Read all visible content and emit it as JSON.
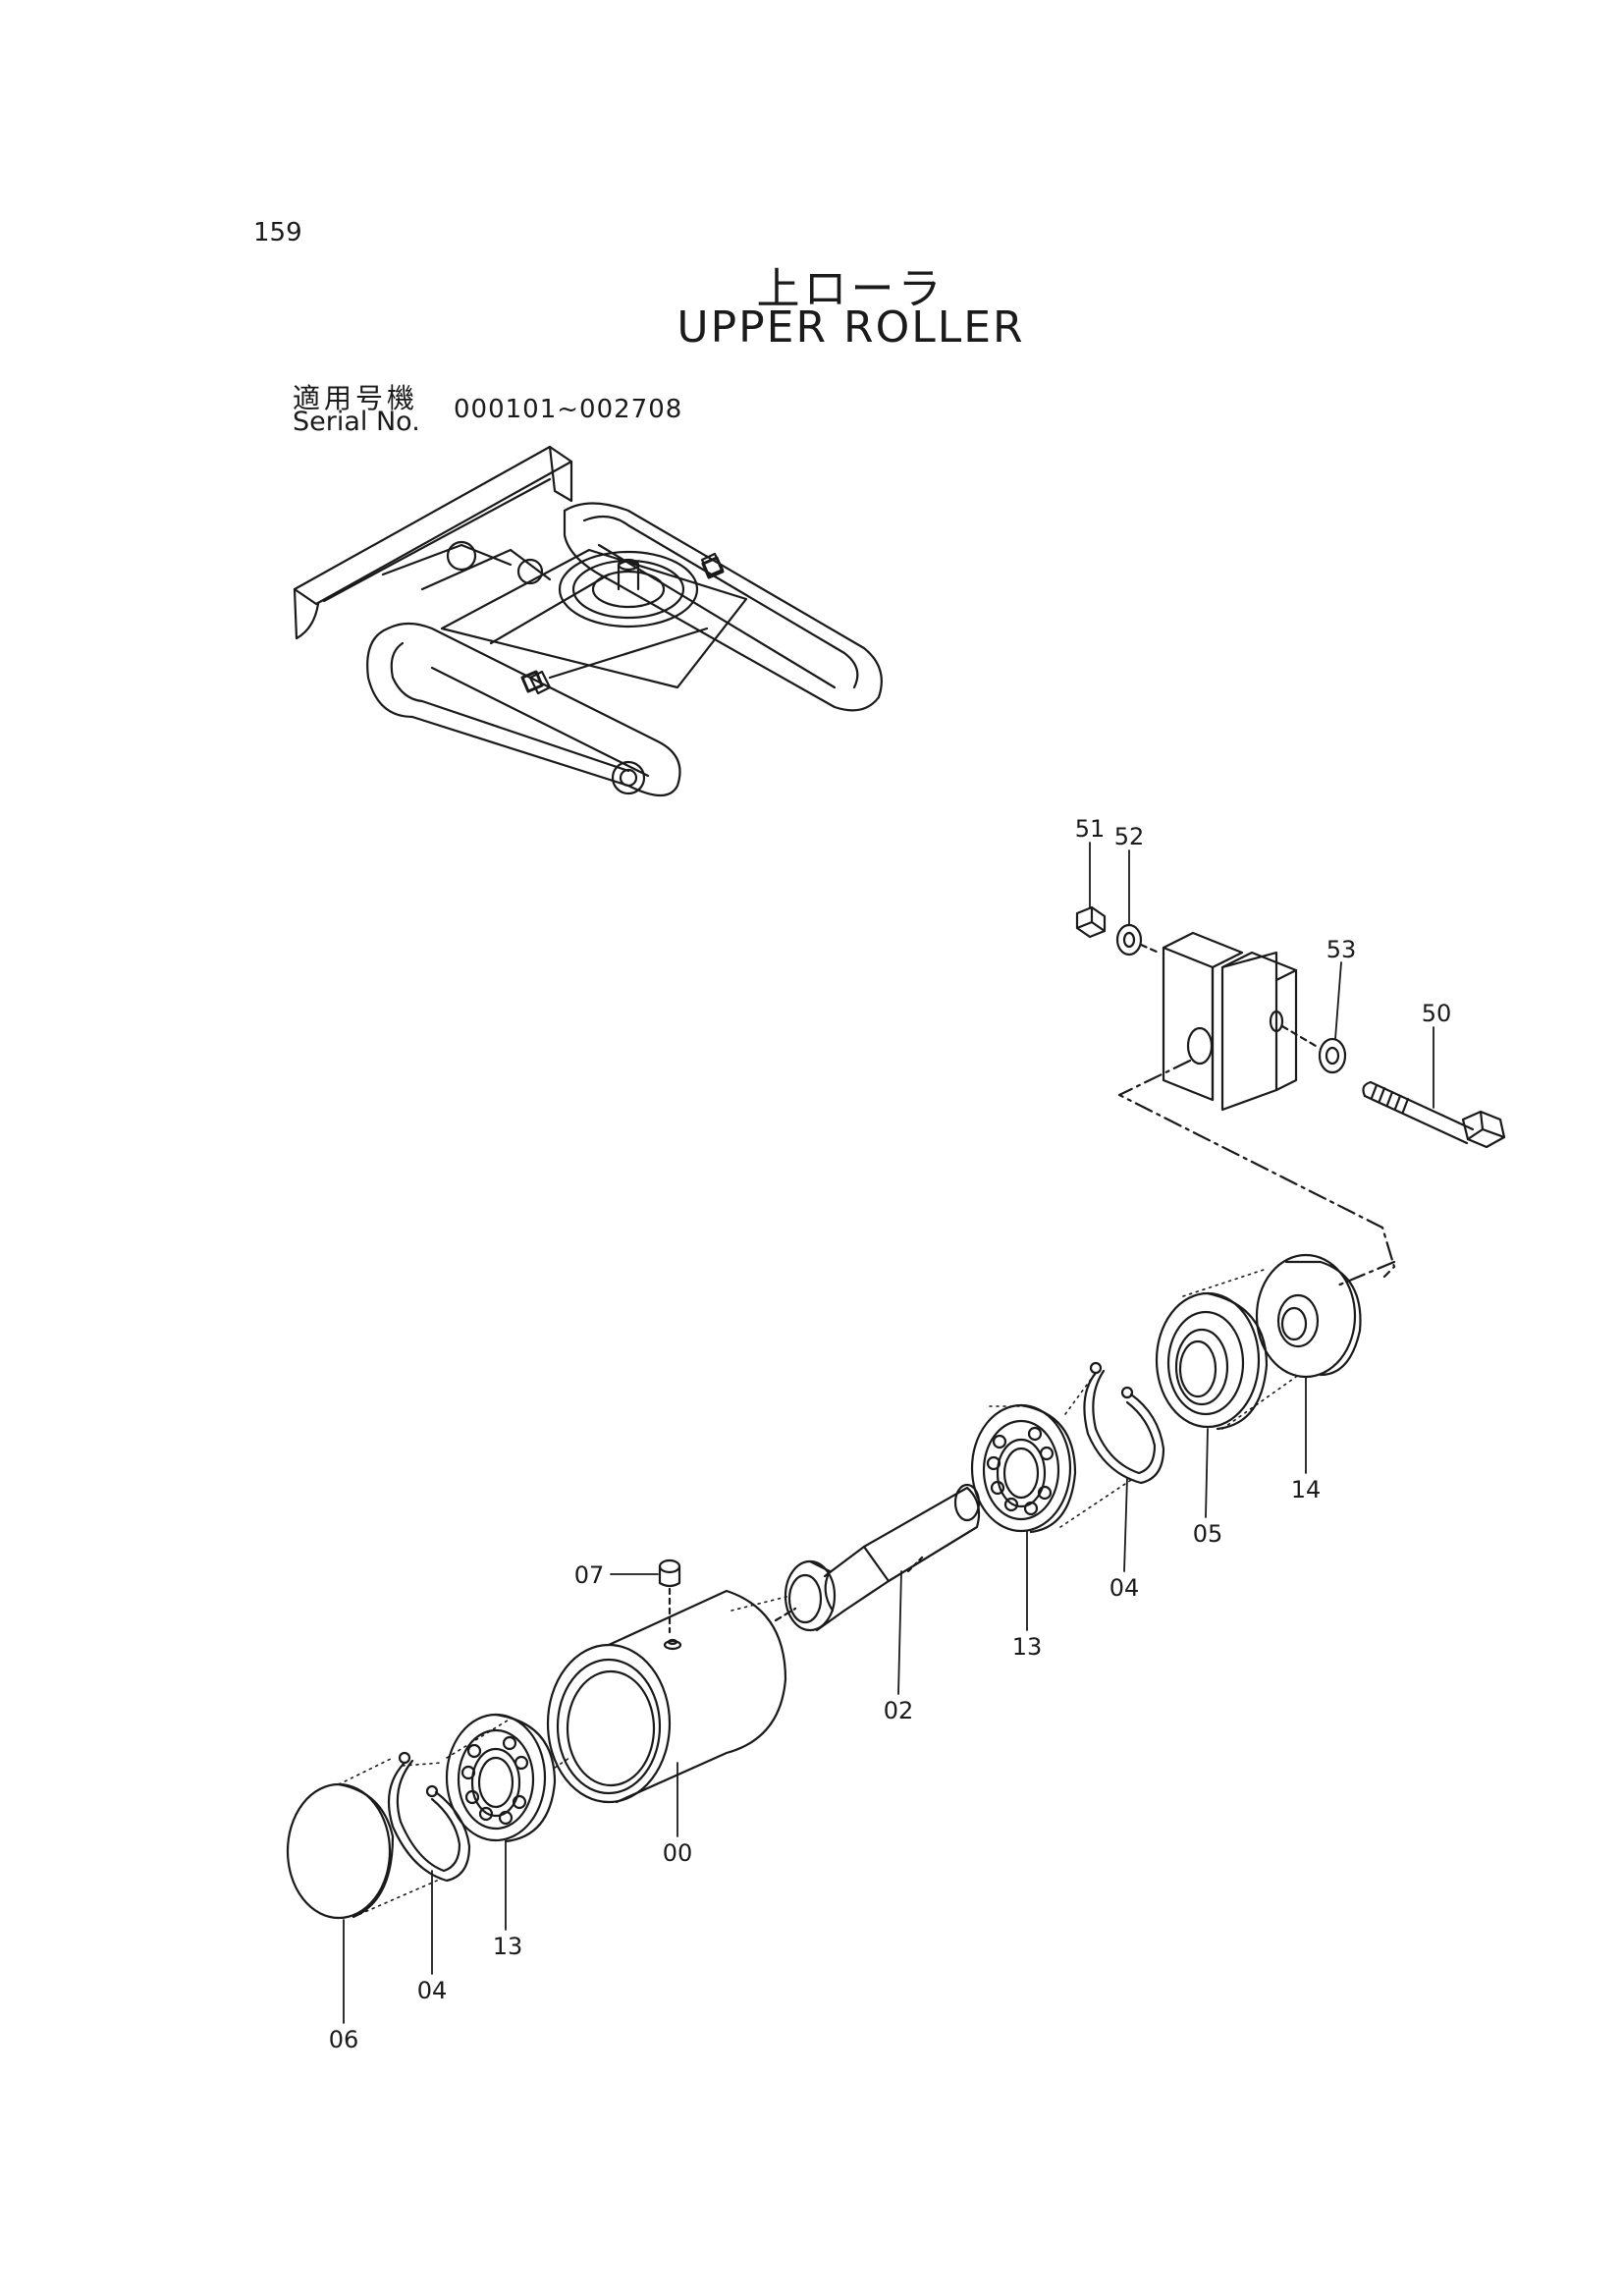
{
  "page": {
    "number": "159"
  },
  "title": {
    "ja": "上ローラ",
    "en": "UPPER  ROLLER"
  },
  "serial": {
    "label_ja": "適用号機",
    "label_en": "Serial No.",
    "range": "000101~002708"
  },
  "callouts": {
    "c51": "51",
    "c52": "52",
    "c53": "53",
    "c50": "50",
    "c14": "14",
    "c05": "05",
    "c04a": "04",
    "c13a": "13",
    "c02": "02",
    "c07": "07",
    "c00": "00",
    "c13b": "13",
    "c04b": "04",
    "c06": "06"
  }
}
